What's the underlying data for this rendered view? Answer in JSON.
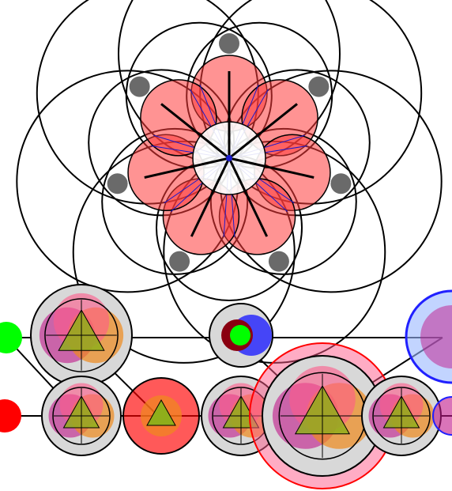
{
  "diagram": {
    "type": "geometric-circle-pattern",
    "colors": {
      "stroke": "#000000",
      "petal": "#ff3b3b",
      "petal_alpha": 0.55,
      "node_gray": "#6a6a6a",
      "chord_blue": "#1a1acc",
      "green": "#00ff00",
      "red": "#ff0000",
      "orange": "#f08a1c",
      "magenta": "#c2188a",
      "pink": "#ff5a8a",
      "olive": "#8fae1b",
      "light_gray": "#d8d8d8",
      "blue": "#2020ff",
      "light_blue": "#9ab8ff"
    },
    "seed": {
      "ring_circles": 7,
      "petals": 7,
      "gray_nodes": 7
    }
  }
}
